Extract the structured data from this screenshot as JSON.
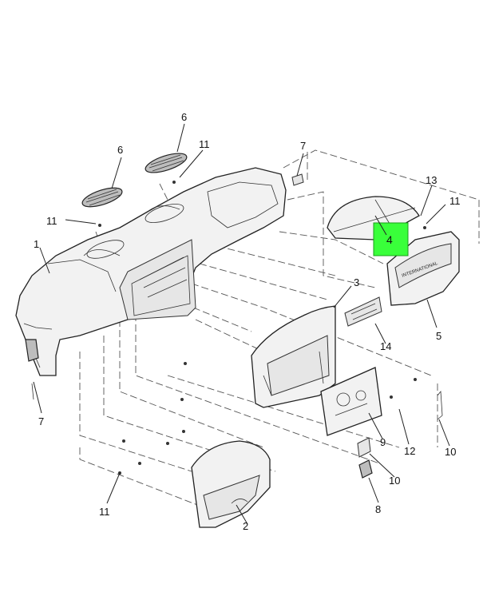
{
  "callouts": [
    {
      "id": "c1",
      "text": "1"
    },
    {
      "id": "c2",
      "text": "2"
    },
    {
      "id": "c3",
      "text": "3"
    },
    {
      "id": "c4",
      "text": "4"
    },
    {
      "id": "c5",
      "text": "5"
    },
    {
      "id": "c6a",
      "text": "6"
    },
    {
      "id": "c6b",
      "text": "6"
    },
    {
      "id": "c7a",
      "text": "7"
    },
    {
      "id": "c7b",
      "text": "7"
    },
    {
      "id": "c8",
      "text": "8"
    },
    {
      "id": "c9",
      "text": "9"
    },
    {
      "id": "c10a",
      "text": "10"
    },
    {
      "id": "c10b",
      "text": "10"
    },
    {
      "id": "c11a",
      "text": "11"
    },
    {
      "id": "c11b",
      "text": "11"
    },
    {
      "id": "c11c",
      "text": "11"
    },
    {
      "id": "c11d",
      "text": "11"
    },
    {
      "id": "c12",
      "text": "12"
    },
    {
      "id": "c13",
      "text": "13"
    },
    {
      "id": "c14",
      "text": "14"
    }
  ],
  "highlight": {
    "callout": "c4",
    "color": "#39ff3a"
  },
  "bezel_badge_text": "INTERNATIONAL"
}
